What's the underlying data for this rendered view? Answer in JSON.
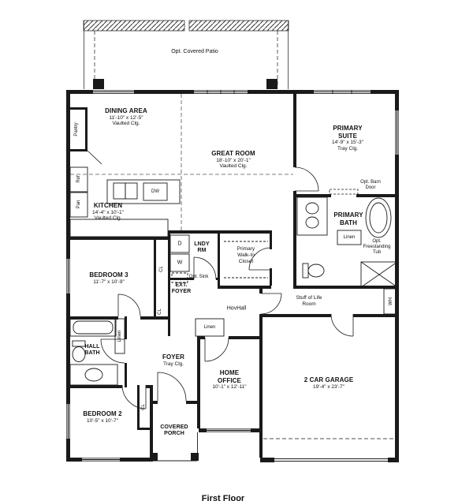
{
  "sheet": {
    "title": "First Floor"
  },
  "rooms": {
    "patio": {
      "name": "Opt. Covered Patio"
    },
    "dining": {
      "name": "DINING AREA",
      "dims": "11'-10\" x 12'-5\"",
      "ceiling": "Vaulted Clg."
    },
    "great_room": {
      "name": "GREAT ROOM",
      "dims": "18'-10\" x 20'-1\"",
      "ceiling": "Vaulted Clg."
    },
    "primary_suite": {
      "name": "PRIMARY SUITE",
      "dims": "14'-9\" x 15'-3\"",
      "ceiling": "Tray Clg."
    },
    "kitchen": {
      "name": "KITCHEN",
      "dims": "14'-4\" x 10'-1\"",
      "ceiling": "Vaulted Clg."
    },
    "primary_bath": {
      "name": "PRIMARY BATH"
    },
    "laundry": {
      "name": "LNDY RM"
    },
    "walk_in_closet": {
      "name": "Primary Walk-In Closet"
    },
    "ext_foyer": {
      "name": "EXT. FOYER"
    },
    "bedroom3": {
      "name": "BEDROOM 3",
      "dims": "11'-7\" x 10'-9\""
    },
    "hall": {
      "name": "HovHall"
    },
    "stuff_of_life": {
      "name": "Stuff of Life Room"
    },
    "hall_bath": {
      "name": "HALL BATH"
    },
    "foyer": {
      "name": "FOYER",
      "ceiling": "Tray Clg."
    },
    "home_office": {
      "name": "HOME OFFICE",
      "dims": "10'-1\" x 12'-11\""
    },
    "garage": {
      "name": "2 CAR GARAGE",
      "dims": "19'-4\" x 23'-7\""
    },
    "bedroom2": {
      "name": "BEDROOM 2",
      "dims": "10'-5\" x 10'-7\""
    },
    "porch": {
      "name": "COVERED PORCH"
    }
  },
  "annotations": {
    "pantry": "Pantry",
    "ref": "Ref",
    "pan": "Pan",
    "dw": "DW",
    "dryer": "D",
    "washer": "W",
    "opt_sink": "Opt. Sink",
    "barn_door": "Opt. Barn Door",
    "linen": "Linen",
    "freestanding_tub": "Opt. Freestanding Tub",
    "closet": "CL",
    "water_heater": "WH"
  }
}
